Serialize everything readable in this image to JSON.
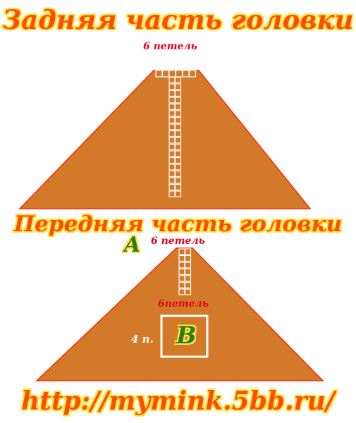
{
  "back_section": {
    "title": "Задняя часть головки",
    "stitch_label": "6 петель"
  },
  "front_section": {
    "title": "Передняя часть головки",
    "stitch_label": "6 петель",
    "marker_a": "A",
    "marker_b": "B",
    "box_width_label": "6петель",
    "box_height_label": "4 п."
  },
  "footer": {
    "url": "http://mymink.5bb.ru/"
  },
  "colors": {
    "fabric": "#d37a2a",
    "outline": "#ff2a00",
    "title": "#ff4d00",
    "title_glow": "#ffe54a",
    "label": "#e8001c",
    "marker": "#2e7d12"
  }
}
